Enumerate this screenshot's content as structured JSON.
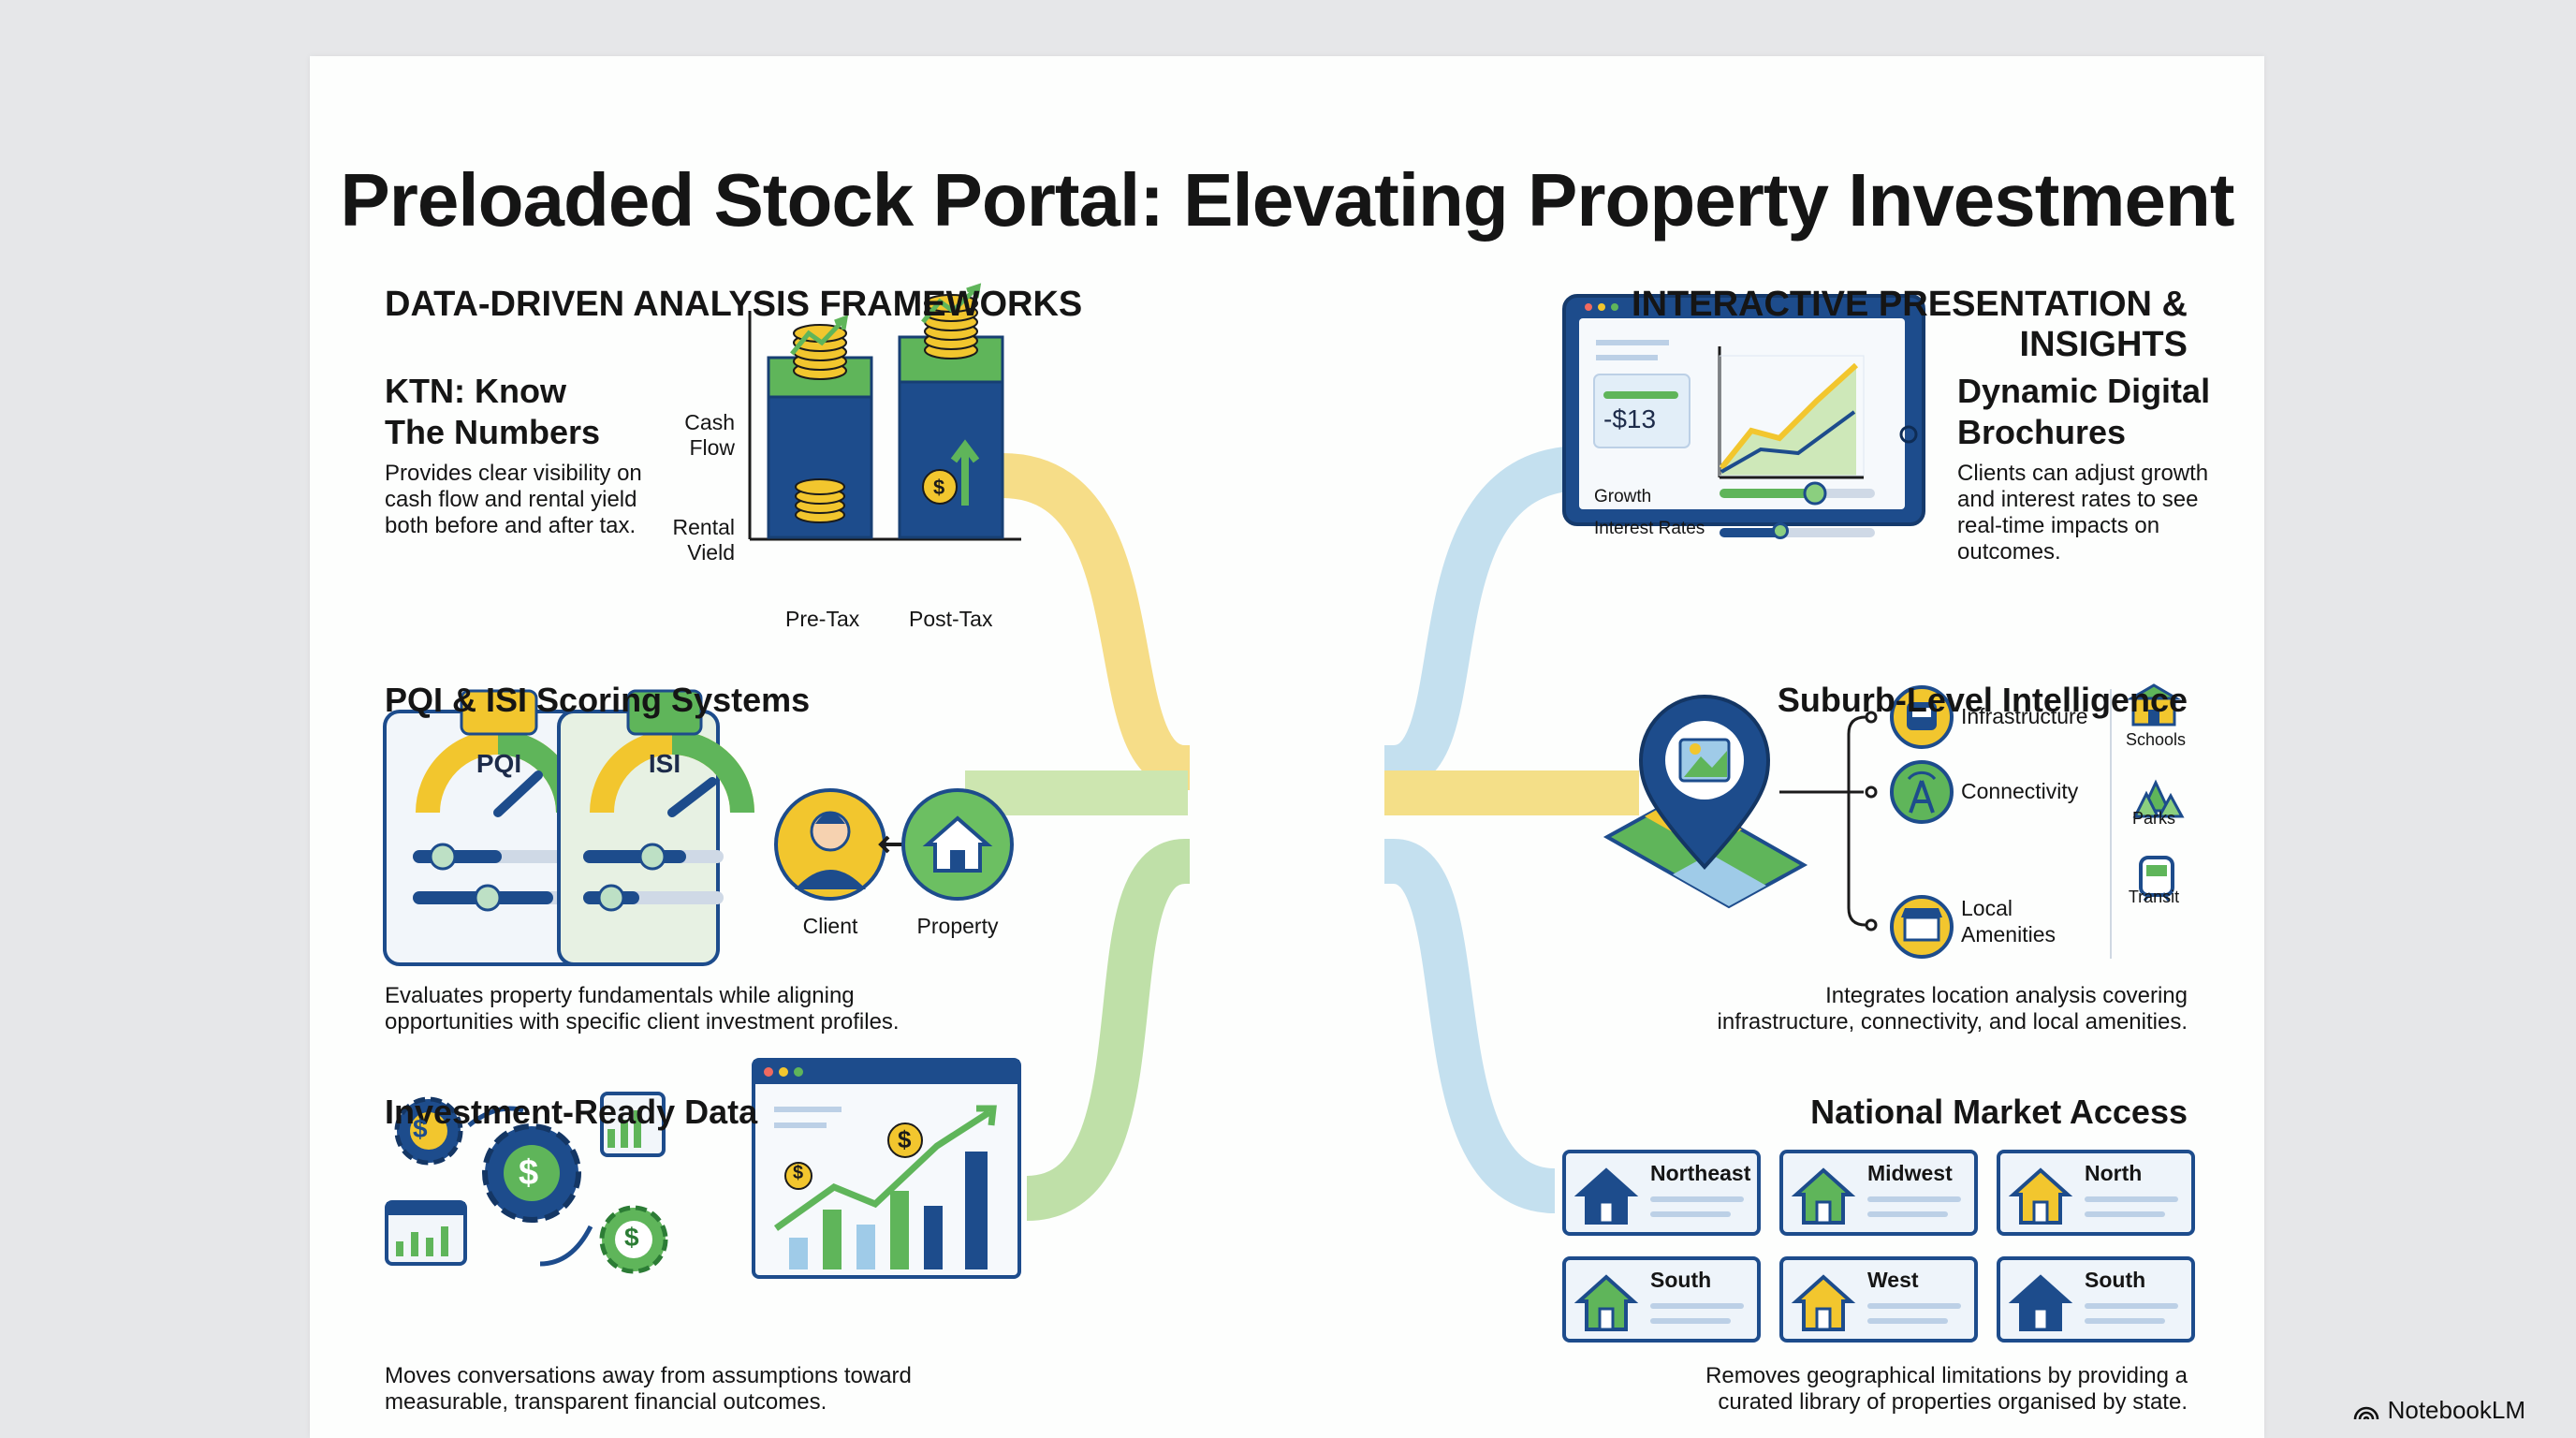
{
  "title": "Preloaded Stock Portal: Elevating Property Investment",
  "left_heading": "DATA-DRIVEN ANALYSIS FRAMEWORKS",
  "right_heading": "INTERACTIVE PRESENTATION & INSIGHTS",
  "ktn": {
    "title_line1": "KTN: Know",
    "title_line2": "The Numbers",
    "desc_line1": "Provides clear visibility on",
    "desc_line2": "cash flow and rental yield",
    "desc_line3": "both before and after tax.",
    "chart": {
      "cash_flow_line1": "Cash",
      "cash_flow_line2": "Flow",
      "rental_yield_line1": "Rental",
      "rental_yield_line2": "Vield",
      "pretax": "Pre-Tax",
      "posttax": "Post-Tax"
    }
  },
  "pqi": {
    "title": "PQI & ISI Scoring Systems",
    "badge_pqi": "PQI",
    "badge_isi": "ISI",
    "client": "Client",
    "property": "Property",
    "desc_line1": "Evaluates property fundamentals while aligning",
    "desc_line2": "opportunities with specific client investment profiles."
  },
  "ird": {
    "title": "Investment-Ready Data",
    "desc_line1": "Moves conversations away from assumptions toward",
    "desc_line2": "measurable, transparent financial outcomes."
  },
  "brochures": {
    "title_line1": "Dynamic Digital",
    "title_line2": "Brochures",
    "desc_line1": "Clients can adjust growth",
    "desc_line2": "and interest rates to see",
    "desc_line3": "real-time impacts on",
    "desc_line4": "outcomes.",
    "price": "-$13",
    "growth": "Growth",
    "interest": "Interest Rates"
  },
  "suburb": {
    "title": "Suburb-Level Intelligence",
    "infrastructure": "Infrastructure",
    "connectivity": "Connectivity",
    "local_line1": "Local",
    "local_line2": "Amenities",
    "schools": "Schools",
    "parks": "Parks",
    "transit": "Transit",
    "desc_line1": "Integrates location analysis covering",
    "desc_line2": "infrastructure, connectivity, and local amenities."
  },
  "national": {
    "title": "National Market Access",
    "regions": [
      "Northeast",
      "Midwest",
      "North",
      "South",
      "West",
      "South"
    ],
    "desc_line1": "Removes geographical limitations by providing a",
    "desc_line2": "curated library of properties organised by state."
  },
  "watermark": "NotebookLM",
  "colors": {
    "navy": "#1d4c8c",
    "green": "#5fb55a",
    "yellow": "#f2c62e",
    "light_blue": "#bcdcef",
    "light_green": "#c4e3a8",
    "light_yellow": "#f6dd7a"
  }
}
